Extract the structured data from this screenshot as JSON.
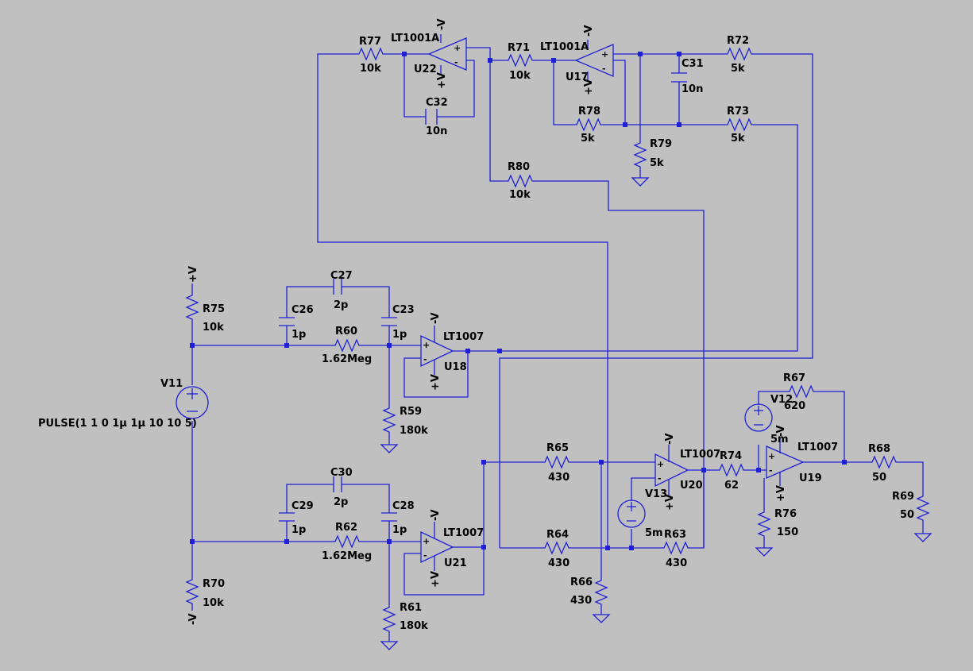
{
  "colors": {
    "background": "#c0c0c0",
    "wire": "#1f1fd6",
    "text": "#000000"
  },
  "components": {
    "R77": {
      "ref": "R77",
      "value": "10k"
    },
    "R71": {
      "ref": "R71",
      "value": "10k"
    },
    "R72": {
      "ref": "R72",
      "value": "5k"
    },
    "R73": {
      "ref": "R73",
      "value": "5k"
    },
    "R78": {
      "ref": "R78",
      "value": "5k"
    },
    "R79": {
      "ref": "R79",
      "value": "5k"
    },
    "R80": {
      "ref": "R80",
      "value": "10k"
    },
    "C31": {
      "ref": "C31",
      "value": "10n"
    },
    "C32": {
      "ref": "C32",
      "value": "10n"
    },
    "U22": {
      "ref": "U22",
      "value": "LT1001A"
    },
    "U17": {
      "ref": "U17",
      "value": "LT1001A"
    },
    "R75": {
      "ref": "R75",
      "value": "10k"
    },
    "C27": {
      "ref": "C27",
      "value": "2p"
    },
    "C26": {
      "ref": "C26",
      "value": "1p"
    },
    "C23": {
      "ref": "C23",
      "value": "1p"
    },
    "R60": {
      "ref": "R60",
      "value": "1.62Meg"
    },
    "U18": {
      "ref": "U18",
      "value": "LT1007"
    },
    "V11": {
      "ref": "V11",
      "value": "PULSE(1 1 0 1µ 1µ 10 10 5)"
    },
    "R59": {
      "ref": "R59",
      "value": "180k"
    },
    "C30": {
      "ref": "C30",
      "value": "2p"
    },
    "C29": {
      "ref": "C29",
      "value": "1p"
    },
    "C28": {
      "ref": "C28",
      "value": "1p"
    },
    "R62": {
      "ref": "R62",
      "value": "1.62Meg"
    },
    "U21": {
      "ref": "U21",
      "value": "LT1007"
    },
    "R70": {
      "ref": "R70",
      "value": "10k"
    },
    "R61": {
      "ref": "R61",
      "value": "180k"
    },
    "R65": {
      "ref": "R65",
      "value": "430"
    },
    "R64": {
      "ref": "R64",
      "value": "430"
    },
    "R66": {
      "ref": "R66",
      "value": "430"
    },
    "R63": {
      "ref": "R63",
      "value": "430"
    },
    "U20": {
      "ref": "U20",
      "value": "LT1007"
    },
    "V13": {
      "ref": "V13",
      "value": "5m"
    },
    "R74": {
      "ref": "R74",
      "value": "62"
    },
    "R76": {
      "ref": "R76",
      "value": "150"
    },
    "V12": {
      "ref": "V12",
      "value": "5m"
    },
    "R67": {
      "ref": "R67",
      "value": "620"
    },
    "U19": {
      "ref": "U19",
      "value": "LT1007"
    },
    "R68": {
      "ref": "R68",
      "value": "50"
    },
    "R69": {
      "ref": "R69",
      "value": "50"
    }
  },
  "supplies": {
    "pos": "+V",
    "neg": "-V"
  },
  "pins": {
    "plus": "+",
    "minus": "-"
  }
}
